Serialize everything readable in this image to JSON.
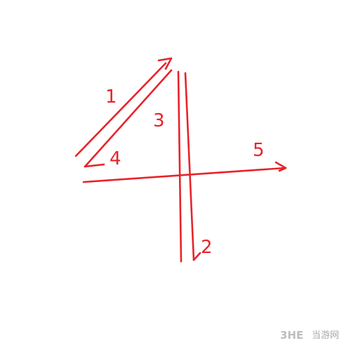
{
  "drawing": {
    "stroke_color": "#e8232a",
    "stroke_labels": [
      "1",
      "2",
      "3",
      "4",
      "5"
    ]
  },
  "watermark": {
    "logo_text": "3HE",
    "site_name": "当游网",
    "color": "#b0b0b0"
  }
}
